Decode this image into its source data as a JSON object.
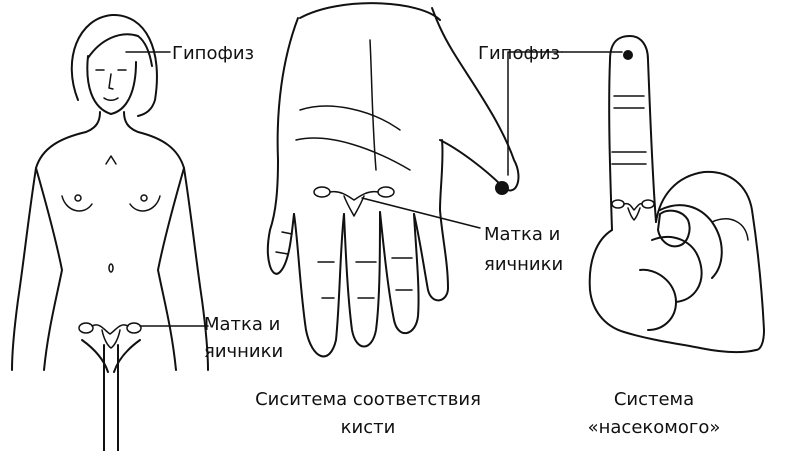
{
  "labels": {
    "body_pituitary": "Гипофиз",
    "body_uterus_line1": "Матка и",
    "body_uterus_line2": "яичники",
    "hand_uterus_line1": "Матка и",
    "hand_uterus_line2": "яичники",
    "finger_pituitary": "Гипофиз"
  },
  "captions": {
    "hand_line1": "Сиситема соответствия",
    "hand_line2": "кисти",
    "insect_line1": "Система",
    "insect_line2": "«насекомого»"
  }
}
